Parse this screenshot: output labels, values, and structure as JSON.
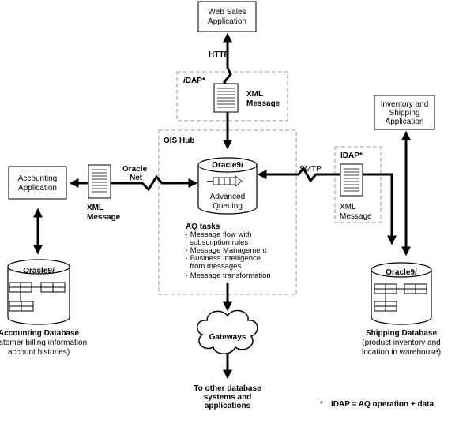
{
  "web_sales": {
    "line1": "Web Sales",
    "line2": "Application"
  },
  "http_label": "HTTP",
  "idap_top": {
    "prefix": "i",
    "rest": "DAP*"
  },
  "xml_top": {
    "line1": "XML",
    "line2": "Message"
  },
  "inventory": {
    "line1": "Inventory and",
    "line2": "Shipping",
    "line3": "Application"
  },
  "ois_hub_label": "OIS Hub",
  "hub_db": {
    "brand": "Oracle9",
    "brand_i": "i",
    "line1": "Advanced",
    "line2": "Queuing"
  },
  "oracle_net": {
    "line1": "Oracle",
    "line2": "Net"
  },
  "smtp_label": "SMTP",
  "idap_right": "IDAP*",
  "xml_right": {
    "line1": "XML",
    "line2": "Message"
  },
  "accounting_app": {
    "line1": "Accounting",
    "line2": "Application"
  },
  "xml_left": {
    "line1": "XML",
    "line2": "Message"
  },
  "aq_tasks": {
    "title": "AQ tasks",
    "items": [
      "· Message flow with",
      "  subscription rules",
      "· Message Management",
      "· Business Intelligence",
      "  from messages",
      "· Message transformation"
    ]
  },
  "left_db": {
    "brand": "Oracle9",
    "brand_i": "i",
    "caption1": "Accounting Database",
    "caption2": "(customer billing information,",
    "caption3": "account histories)"
  },
  "right_db": {
    "brand": "Oracle9",
    "brand_i": "i",
    "caption1": "Shipping Database",
    "caption2": "(product inventory and",
    "caption3": "location in warehouse)"
  },
  "gateways_label": "Gateways",
  "bottom_caption": {
    "line1": "To other database",
    "line2": "systems and",
    "line3": "applications"
  },
  "footnote": {
    "star": "*",
    "text": "IDAP = AQ operation + data"
  }
}
